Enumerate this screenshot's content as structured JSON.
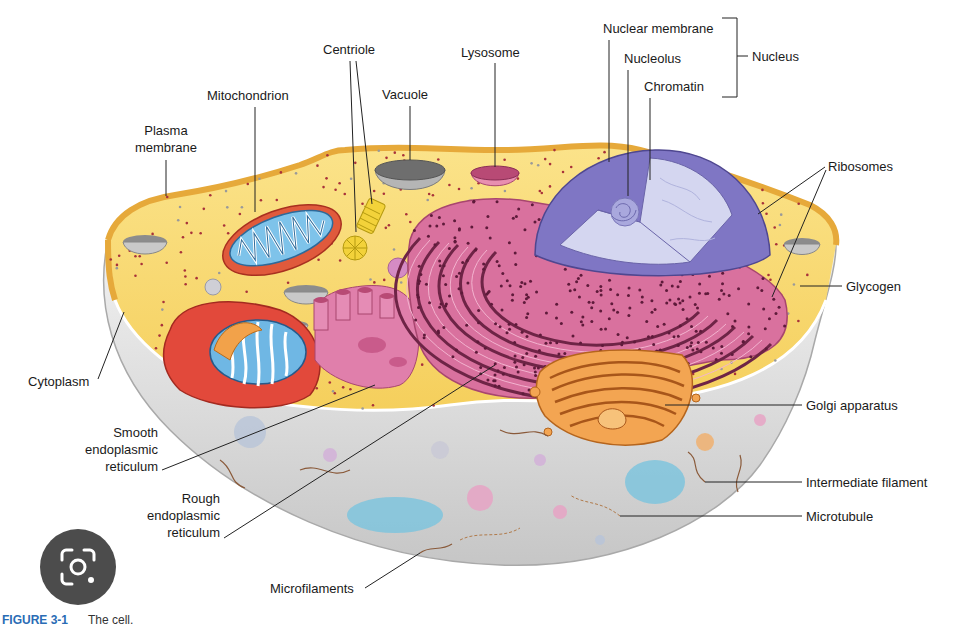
{
  "diagram": {
    "caption": "The cell.",
    "labels": [
      "Nuclear membrane",
      "Centriole",
      "Lysosome",
      "Nucleolus",
      "Nucleus",
      "Chromatin",
      "Mitochondrion",
      "Vacuole",
      "Plasma membrane",
      "Ribosomes",
      "Glycogen",
      "Cytoplasm",
      "Golgi apparatus",
      "Smooth endoplasmic reticulum",
      "Intermediate filament",
      "Rough endoplasmic reticulum",
      "Microtubule",
      "Microfilaments",
      "FIGURE 3-1"
    ]
  }
}
